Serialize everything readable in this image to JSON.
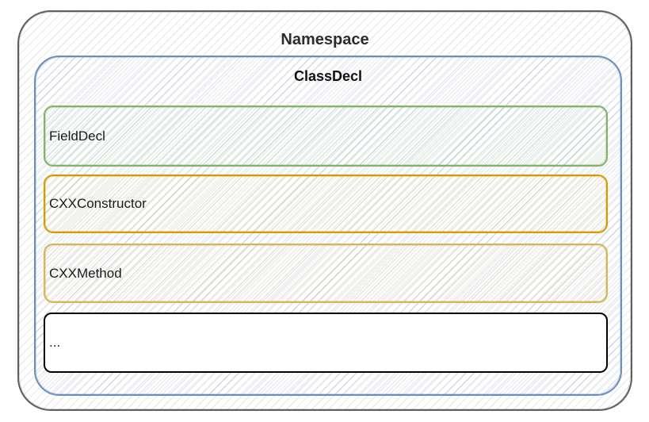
{
  "diagram": {
    "namespace": {
      "label": "Namespace",
      "border_color": "#5f5f5f",
      "hatch_color": "#9e9e9e"
    },
    "classdecl": {
      "label": "ClassDecl",
      "border_color": "#6c8ebf",
      "hatch_color": "#6c8ebf"
    },
    "members": [
      {
        "label": "FieldDecl",
        "border_color": "#82b366",
        "hatch_color": "#82b366"
      },
      {
        "label": "CXXConstructor",
        "border_color": "#d79b00",
        "hatch_color": "#d79b00"
      },
      {
        "label": "CXXMethod",
        "border_color": "#d6b656",
        "hatch_color": "#d6b656"
      },
      {
        "label": "...",
        "border_color": "#000000",
        "fill_color": "#ffffff"
      }
    ]
  }
}
